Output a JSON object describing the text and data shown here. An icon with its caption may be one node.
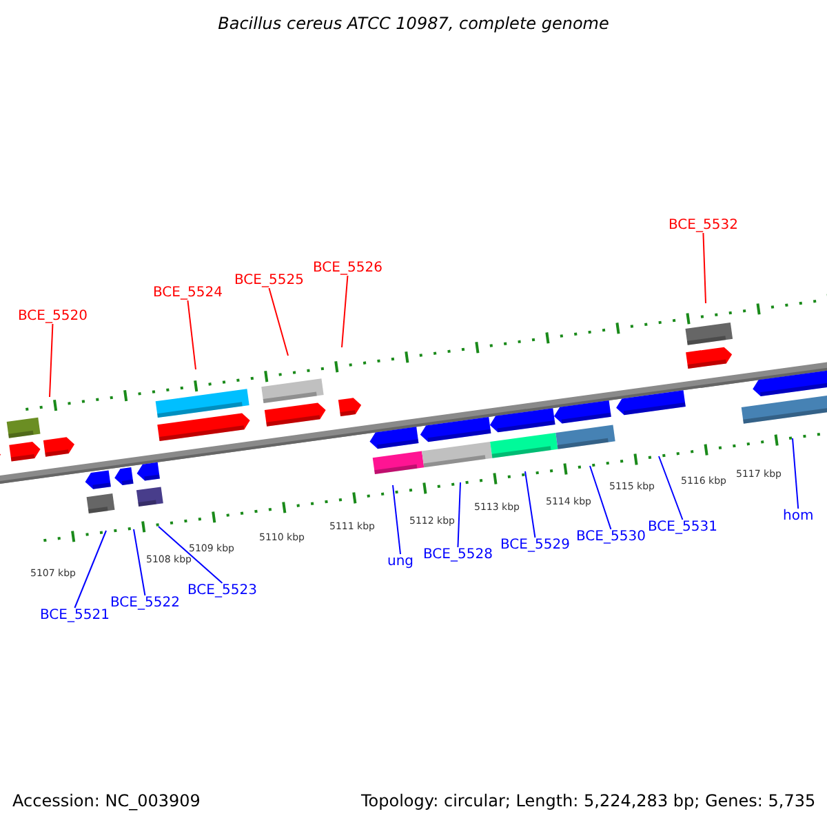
{
  "diagram": {
    "title": "Bacillus cereus ATCC 10987, complete genome",
    "nodes": [
      {
        "text": [
          "BCE_5520"
        ]
      },
      {
        "text": [
          "BCE_5524"
        ]
      },
      {
        "text": [
          "BCE_5525"
        ]
      },
      {
        "text": [
          "BCE_5526"
        ]
      },
      {
        "text": [
          "BCE_5532"
        ]
      },
      {
        "text": [
          "BCE_5521"
        ]
      },
      {
        "text": [
          "BCE_5522"
        ]
      },
      {
        "text": [
          "BCE_5523"
        ]
      },
      {
        "text": [
          "ung"
        ]
      },
      {
        "text": [
          "BCE_5528"
        ]
      },
      {
        "text": [
          "BCE_5529"
        ]
      },
      {
        "text": [
          "BCE_5530"
        ]
      },
      {
        "text": [
          "BCE_5531"
        ]
      },
      {
        "text": [
          "hom"
        ]
      }
    ],
    "edges": [
      {
        "from": 0,
        "to": null,
        "arrow": "none",
        "color": "#ff0000"
      },
      {
        "from": 1,
        "to": null,
        "arrow": "none",
        "color": "#ff0000"
      },
      {
        "from": 2,
        "to": null,
        "arrow": "none",
        "color": "#ff0000"
      },
      {
        "from": 3,
        "to": null,
        "arrow": "none",
        "color": "#ff0000"
      },
      {
        "from": 4,
        "to": null,
        "arrow": "none",
        "color": "#ff0000"
      },
      {
        "from": 5,
        "to": null,
        "arrow": "none"
      },
      {
        "from": 6,
        "to": null,
        "arrow": "none"
      },
      {
        "from": 7,
        "to": null,
        "arrow": "none"
      },
      {
        "from": 8,
        "to": null,
        "arrow": "none"
      },
      {
        "from": 9,
        "to": null,
        "arrow": "none"
      },
      {
        "from": 10,
        "to": null,
        "arrow": "none"
      },
      {
        "from": 11,
        "to": null,
        "arrow": "none"
      },
      {
        "from": 12,
        "to": null,
        "arrow": "none"
      },
      {
        "from": 13,
        "to": null,
        "arrow": "none"
      }
    ],
    "labels": [
      "5107 kbp",
      "5108 kbp",
      "5109 kbp",
      "5110 kbp",
      "5111 kbp",
      "5112 kbp",
      "5113 kbp",
      "5114 kbp",
      "5115 kbp",
      "5116 kbp",
      "5117 kbp",
      "Accession: NC_003909",
      "Topology: circular; Length: 5,224,283 bp; Genes: 5,735"
    ]
  }
}
